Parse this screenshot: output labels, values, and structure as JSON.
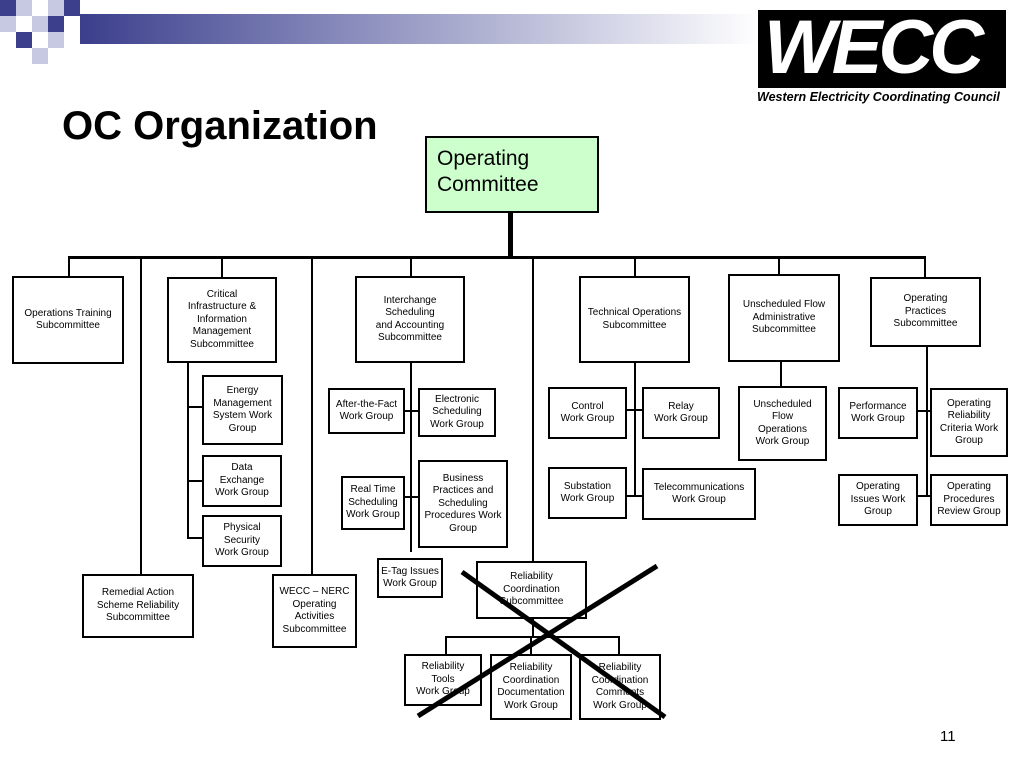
{
  "slide": {
    "title": "OC Organization",
    "page_number": "11",
    "logo": {
      "letters": "WECC",
      "caption": "Western Electricity Coordinating Council"
    }
  },
  "org": {
    "top": "Operating\nCommittee",
    "subcommittees": {
      "operations_training": "Operations Training\nSubcommittee",
      "ciim": "Critical\nInfrastructure &\nInformation\nManagement\nSubcommittee",
      "isas": "Interchange\nScheduling\nand Accounting\nSubcommittee",
      "technical_operations": "Technical Operations\nSubcommittee",
      "unscheduled_flow": "Unscheduled Flow\nAdministrative\nSubcommittee",
      "operating_practices": "Operating\nPractices\nSubcommittee",
      "remedial_action": "Remedial Action\nScheme Reliability\nSubcommittee",
      "wecc_nerc": "WECC – NERC\nOperating\nActivities\nSubcommittee",
      "reliability_coordination": "Reliability\nCoordination\nSubcommittee"
    },
    "work_groups": {
      "ems": "Energy\nManagement\nSystem Work\nGroup",
      "data_exchange": "Data\nExchange\nWork Group",
      "physical_security": "Physical\nSecurity\nWork Group",
      "after_the_fact": "After-the-Fact\nWork Group",
      "electronic_scheduling": "Electronic\nScheduling\nWork Group",
      "real_time_scheduling": "Real Time\nScheduling\nWork Group",
      "business_practices": "Business\nPractices and\nScheduling\nProcedures Work\nGroup",
      "etag": "E-Tag Issues\nWork Group",
      "control": "Control\nWork Group",
      "relay": "Relay\nWork Group",
      "substation": "Substation\nWork Group",
      "telecommunications": "Telecommunications\nWork Group",
      "uso": "Unscheduled\nFlow\nOperations\nWork Group",
      "performance": "Performance\nWork Group",
      "orcwg": "Operating\nReliability\nCriteria Work\nGroup",
      "operating_issues": "Operating\nIssues Work\nGroup",
      "procedures_review": "Operating\nProcedures\nReview Group",
      "reliability_tools": "Reliability\nTools\nWork Group",
      "rc_documentation": "Reliability\nCoordination\nDocumentation\nWork Group",
      "rc_comments": "Reliability\nCoordination\nComments\nWork Group"
    }
  }
}
